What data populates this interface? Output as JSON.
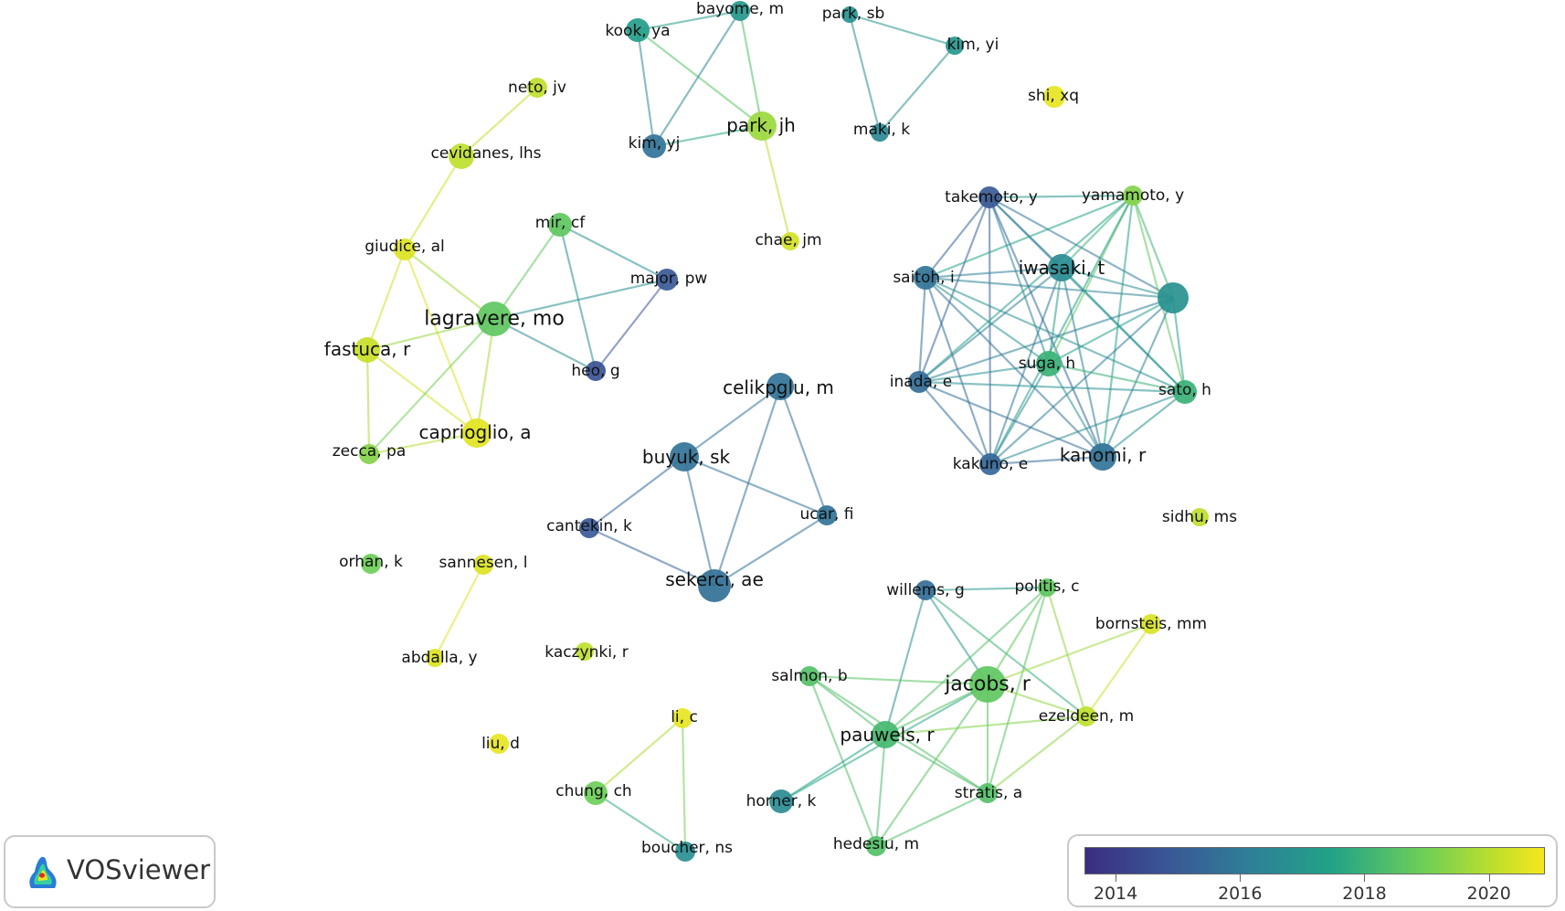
{
  "network": {
    "nodes": [
      {
        "id": "bayome",
        "label": "bayome, m",
        "year": 2016.8
      },
      {
        "id": "kook",
        "label": "kook, ya",
        "year": 2017.0
      },
      {
        "id": "parksb",
        "label": "park, sb",
        "year": 2016.6
      },
      {
        "id": "kimyi",
        "label": "kim, yi",
        "year": 2016.8
      },
      {
        "id": "neto",
        "label": "neto, jv",
        "year": 2019.8
      },
      {
        "id": "shi",
        "label": "shi, xq",
        "year": 2020.6
      },
      {
        "id": "kimyj",
        "label": "kim, yj",
        "year": 2015.6
      },
      {
        "id": "parkjh",
        "label": "park, jh",
        "year": 2019.2
      },
      {
        "id": "maki",
        "label": "maki, k",
        "year": 2016.3
      },
      {
        "id": "cevidanes",
        "label": "cevidanes, lhs",
        "year": 2019.8
      },
      {
        "id": "takemoto",
        "label": "takemoto, y",
        "year": 2014.8
      },
      {
        "id": "yamamoto",
        "label": "yamamoto, y",
        "year": 2018.8
      },
      {
        "id": "mir",
        "label": "mir, cf",
        "year": 2018.2
      },
      {
        "id": "giudice",
        "label": "giudice, al",
        "year": 2020.4
      },
      {
        "id": "chae",
        "label": "chae, jm",
        "year": 2020.2
      },
      {
        "id": "iwasaki",
        "label": "iwasaki, t",
        "year": 2016.4
      },
      {
        "id": "major",
        "label": "major, pw",
        "year": 2014.8
      },
      {
        "id": "saitoh",
        "label": "saitoh, i",
        "year": 2015.6
      },
      {
        "id": "unnamed",
        "label": "",
        "year": 2016.6
      },
      {
        "id": "lagravere",
        "label": "lagravere, mo",
        "year": 2018.2
      },
      {
        "id": "fastuca",
        "label": "fastuca, r",
        "year": 2020.0
      },
      {
        "id": "suga",
        "label": "suga, h",
        "year": 2017.6
      },
      {
        "id": "heo",
        "label": "heo, g",
        "year": 2014.6
      },
      {
        "id": "inada",
        "label": "inada, e",
        "year": 2015.4
      },
      {
        "id": "celikoglu",
        "label": "celikpglu, m",
        "year": 2015.6
      },
      {
        "id": "sato",
        "label": "sato, h",
        "year": 2017.6
      },
      {
        "id": "caprioglio",
        "label": "caprioglio, a",
        "year": 2020.5
      },
      {
        "id": "zecca",
        "label": "zecca, pa",
        "year": 2018.8
      },
      {
        "id": "buyuk",
        "label": "buyuk, sk",
        "year": 2015.6
      },
      {
        "id": "kanomi",
        "label": "kanomi, r",
        "year": 2015.6
      },
      {
        "id": "kakuno",
        "label": "kakuno, e",
        "year": 2015.2
      },
      {
        "id": "ucar",
        "label": "ucar, fi",
        "year": 2015.6
      },
      {
        "id": "sidhu",
        "label": "sidhu, ms",
        "year": 2019.8
      },
      {
        "id": "cantekin",
        "label": "cantekin, k",
        "year": 2014.8
      },
      {
        "id": "sekerci",
        "label": "sekerci, ae",
        "year": 2015.5
      },
      {
        "id": "orhan",
        "label": "orhan, k",
        "year": 2018.4
      },
      {
        "id": "sannesen",
        "label": "sannesen, l",
        "year": 2020.4
      },
      {
        "id": "willems",
        "label": "willems, g",
        "year": 2015.4
      },
      {
        "id": "politis",
        "label": "politis, c",
        "year": 2018.2
      },
      {
        "id": "bornstein",
        "label": "bornsteis, mm",
        "year": 2020.3
      },
      {
        "id": "abdalla",
        "label": "abdalla, y",
        "year": 2020.4
      },
      {
        "id": "kaczynski",
        "label": "kaczynki, r",
        "year": 2019.8
      },
      {
        "id": "salmon",
        "label": "salmon, b",
        "year": 2018.0
      },
      {
        "id": "jacobs",
        "label": "jacobs, r",
        "year": 2018.2
      },
      {
        "id": "ezeldeen",
        "label": "ezeldeen, m",
        "year": 2019.8
      },
      {
        "id": "lic",
        "label": "li, c",
        "year": 2020.6
      },
      {
        "id": "pauwels",
        "label": "pauwels, r",
        "year": 2017.8
      },
      {
        "id": "liud",
        "label": "liu, d",
        "year": 2020.6
      },
      {
        "id": "chung",
        "label": "chung, ch",
        "year": 2018.4
      },
      {
        "id": "horner",
        "label": "horner, k",
        "year": 2016.4
      },
      {
        "id": "stratis",
        "label": "stratis, a",
        "year": 2018.0
      },
      {
        "id": "boucher",
        "label": "boucher, ns",
        "year": 2016.5
      },
      {
        "id": "hedesiu",
        "label": "hedesiu, m",
        "year": 2018.0
      }
    ],
    "edges": [
      [
        "kook",
        "bayome"
      ],
      [
        "kook",
        "kimyj"
      ],
      [
        "kook",
        "parkjh"
      ],
      [
        "bayome",
        "kimyj"
      ],
      [
        "bayome",
        "parkjh"
      ],
      [
        "kimyj",
        "parkjh"
      ],
      [
        "parkjh",
        "chae"
      ],
      [
        "parksb",
        "kimyi"
      ],
      [
        "parksb",
        "maki"
      ],
      [
        "kimyi",
        "maki"
      ],
      [
        "neto",
        "cevidanes"
      ],
      [
        "cevidanes",
        "giudice"
      ],
      [
        "giudice",
        "fastuca"
      ],
      [
        "giudice",
        "caprioglio"
      ],
      [
        "giudice",
        "lagravere"
      ],
      [
        "fastuca",
        "lagravere"
      ],
      [
        "fastuca",
        "caprioglio"
      ],
      [
        "fastuca",
        "zecca"
      ],
      [
        "zecca",
        "caprioglio"
      ],
      [
        "zecca",
        "lagravere"
      ],
      [
        "caprioglio",
        "lagravere"
      ],
      [
        "lagravere",
        "mir"
      ],
      [
        "lagravere",
        "major"
      ],
      [
        "lagravere",
        "heo"
      ],
      [
        "mir",
        "major"
      ],
      [
        "mir",
        "heo"
      ],
      [
        "major",
        "heo"
      ],
      [
        "celikoglu",
        "buyuk"
      ],
      [
        "celikoglu",
        "sekerci"
      ],
      [
        "celikoglu",
        "ucar"
      ],
      [
        "buyuk",
        "sekerci"
      ],
      [
        "buyuk",
        "ucar"
      ],
      [
        "buyuk",
        "cantekin"
      ],
      [
        "sekerci",
        "ucar"
      ],
      [
        "sekerci",
        "cantekin"
      ],
      [
        "sannesen",
        "abdalla"
      ],
      [
        "lic",
        "chung"
      ],
      [
        "lic",
        "boucher"
      ],
      [
        "chung",
        "boucher"
      ],
      [
        "takemoto",
        "yamamoto"
      ],
      [
        "takemoto",
        "saitoh"
      ],
      [
        "takemoto",
        "iwasaki"
      ],
      [
        "takemoto",
        "unnamed"
      ],
      [
        "takemoto",
        "suga"
      ],
      [
        "takemoto",
        "inada"
      ],
      [
        "takemoto",
        "sato"
      ],
      [
        "takemoto",
        "kanomi"
      ],
      [
        "takemoto",
        "kakuno"
      ],
      [
        "yamamoto",
        "saitoh"
      ],
      [
        "yamamoto",
        "iwasaki"
      ],
      [
        "yamamoto",
        "unnamed"
      ],
      [
        "yamamoto",
        "suga"
      ],
      [
        "yamamoto",
        "inada"
      ],
      [
        "yamamoto",
        "sato"
      ],
      [
        "yamamoto",
        "kanomi"
      ],
      [
        "yamamoto",
        "kakuno"
      ],
      [
        "saitoh",
        "iwasaki"
      ],
      [
        "saitoh",
        "unnamed"
      ],
      [
        "saitoh",
        "suga"
      ],
      [
        "saitoh",
        "inada"
      ],
      [
        "saitoh",
        "sato"
      ],
      [
        "saitoh",
        "kanomi"
      ],
      [
        "saitoh",
        "kakuno"
      ],
      [
        "iwasaki",
        "unnamed"
      ],
      [
        "iwasaki",
        "suga"
      ],
      [
        "iwasaki",
        "inada"
      ],
      [
        "iwasaki",
        "sato"
      ],
      [
        "iwasaki",
        "kanomi"
      ],
      [
        "iwasaki",
        "kakuno"
      ],
      [
        "unnamed",
        "suga"
      ],
      [
        "unnamed",
        "inada"
      ],
      [
        "unnamed",
        "sato"
      ],
      [
        "unnamed",
        "kanomi"
      ],
      [
        "unnamed",
        "kakuno"
      ],
      [
        "suga",
        "inada"
      ],
      [
        "suga",
        "sato"
      ],
      [
        "suga",
        "kanomi"
      ],
      [
        "suga",
        "kakuno"
      ],
      [
        "inada",
        "sato"
      ],
      [
        "inada",
        "kanomi"
      ],
      [
        "inada",
        "kakuno"
      ],
      [
        "sato",
        "kanomi"
      ],
      [
        "sato",
        "kakuno"
      ],
      [
        "kanomi",
        "kakuno"
      ],
      [
        "willems",
        "politis"
      ],
      [
        "willems",
        "jacobs"
      ],
      [
        "willems",
        "pauwels"
      ],
      [
        "willems",
        "ezeldeen"
      ],
      [
        "politis",
        "jacobs"
      ],
      [
        "politis",
        "pauwels"
      ],
      [
        "politis",
        "ezeldeen"
      ],
      [
        "politis",
        "stratis"
      ],
      [
        "bornstein",
        "jacobs"
      ],
      [
        "bornstein",
        "ezeldeen"
      ],
      [
        "salmon",
        "jacobs"
      ],
      [
        "salmon",
        "pauwels"
      ],
      [
        "salmon",
        "stratis"
      ],
      [
        "salmon",
        "hedesiu"
      ],
      [
        "jacobs",
        "pauwels"
      ],
      [
        "jacobs",
        "ezeldeen"
      ],
      [
        "jacobs",
        "stratis"
      ],
      [
        "jacobs",
        "hedesiu"
      ],
      [
        "jacobs",
        "horner"
      ],
      [
        "pauwels",
        "horner"
      ],
      [
        "pauwels",
        "stratis"
      ],
      [
        "pauwels",
        "hedesiu"
      ],
      [
        "pauwels",
        "ezeldeen"
      ],
      [
        "ezeldeen",
        "stratis"
      ],
      [
        "stratis",
        "hedesiu"
      ]
    ]
  },
  "branding": {
    "name": "VOSviewer"
  },
  "legend": {
    "min_year": 2013.5,
    "max_year": 2020.9,
    "ticks": [
      "2014",
      "2016",
      "2018",
      "2020"
    ]
  },
  "colors": {
    "scale": [
      "#3b2d82",
      "#3a5796",
      "#2e7f98",
      "#22a387",
      "#6fcf57",
      "#b7de2e",
      "#f6e71d"
    ],
    "label_text": "#111111",
    "frame": "#c9c9c9"
  }
}
